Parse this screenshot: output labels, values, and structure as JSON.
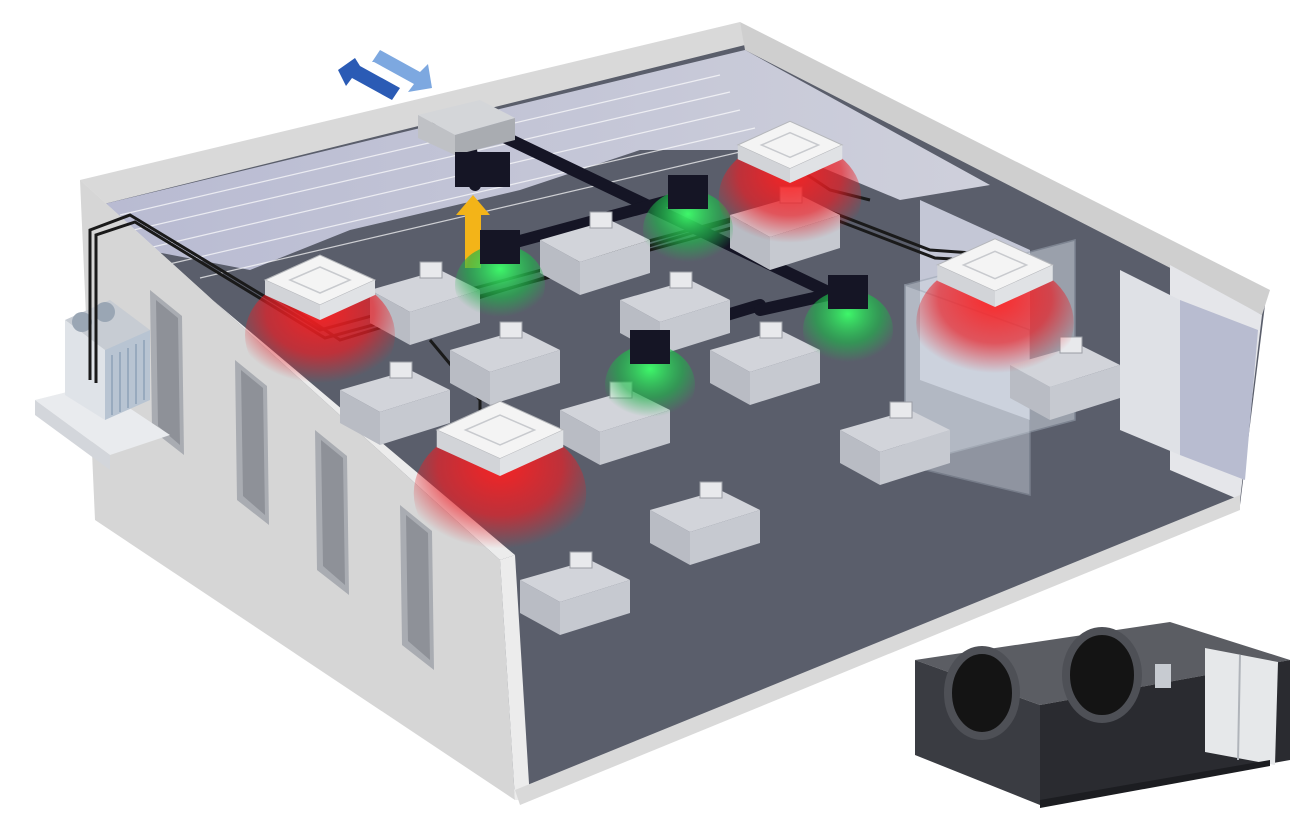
{
  "scene": {
    "background": "#ffffff",
    "wall_color": "#d9d9d9",
    "wall_shade": "#bdbdbd",
    "floor_color": "#5a5e6b",
    "ceiling_color": "#d5d7e8",
    "duct_color": "#151525",
    "pipe_color": "#1a1a1a",
    "desk_color": "#d2d4da",
    "glass_color": "#cfd6e0",
    "cassette_color": "#ececec"
  },
  "airflow": {
    "heat_color": "#e81e25",
    "fresh_color": "#1fb34a",
    "exhaust_arrow_color": "#f3b418",
    "outdoor_arrow_out": "#2b5bb5",
    "outdoor_arrow_in": "#7da8e0"
  },
  "units": {
    "cassettes": [
      {
        "id": "cassette-front-left"
      },
      {
        "id": "cassette-back-left"
      },
      {
        "id": "cassette-back-right"
      },
      {
        "id": "cassette-right"
      }
    ],
    "diffusers": [
      {
        "id": "diffuser-1"
      },
      {
        "id": "diffuser-2"
      },
      {
        "id": "diffuser-3"
      },
      {
        "id": "diffuser-4"
      }
    ],
    "heat_recovery_unit": {
      "color": "#3a3c42",
      "side_panel": "#e6e8ea"
    }
  }
}
